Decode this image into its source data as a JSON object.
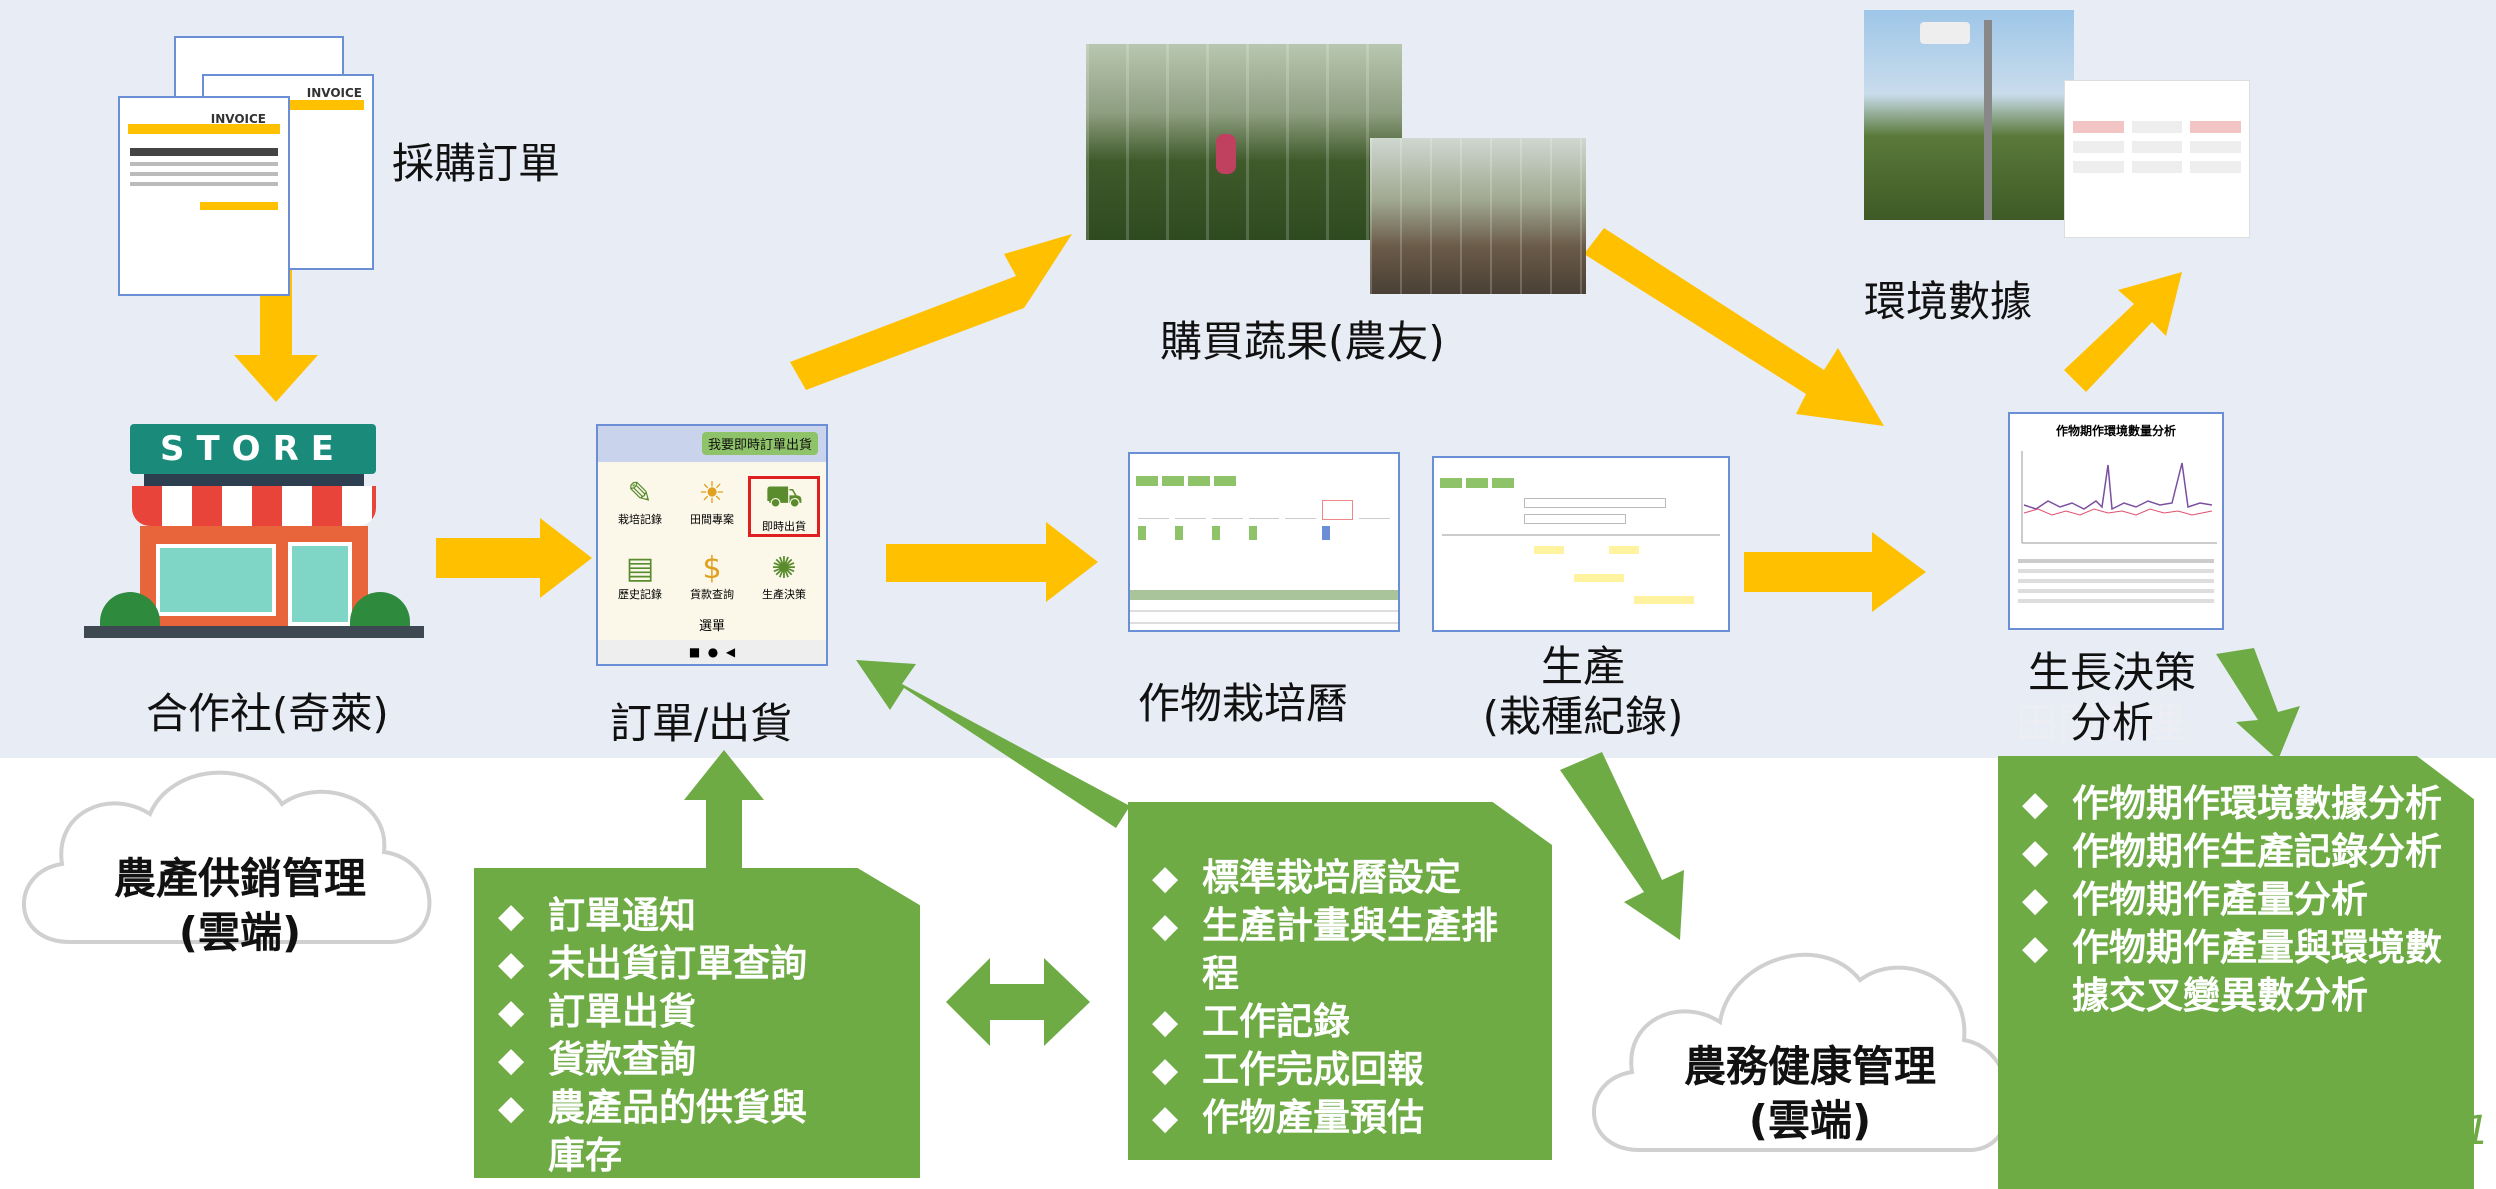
{
  "labels": {
    "purchase_order": "採購訂單",
    "coop": "合作社(奇萊)",
    "order_ship": "訂單/出貨",
    "buy_produce": "購買蔬果(農友)",
    "crop_calendar": "作物栽培曆",
    "production_line1": "生產",
    "production_line2": "(栽種紀錄)",
    "env_data": "環境數據",
    "growth_decision_line1": "生長決策",
    "growth_decision_line2": "分析",
    "faint_overlay": "田間管理"
  },
  "store_sign": "STORE",
  "invoice_word": "INVOICE",
  "app_screen": {
    "header_button": "我要即時訂單出貨",
    "icons": [
      "栽培記錄",
      "田間專案",
      "即時出貨",
      "歷史記錄",
      "貨款查詢",
      "生產決策"
    ],
    "menu": "選單"
  },
  "chart_title": "作物期作環境數量分析",
  "clouds": {
    "supply_line1": "農產供銷管理",
    "supply_line2": "(雲端)",
    "health_line1": "農務健康管理",
    "health_line2": "(雲端)"
  },
  "boxes": {
    "orders": [
      "訂單通知",
      "未出貨訂單查詢",
      "訂單出貨",
      "貨款查詢",
      "農產品的供貨與庫存"
    ],
    "planning": [
      "標準栽培曆設定",
      "生產計畫與生產排程",
      "工作記錄",
      "工作完成回報",
      "作物產量預估"
    ],
    "analysis": [
      "作物期作環境數據分析",
      "作物期作生產記錄分析",
      "作物期作產量分析",
      "作物期作產量與環境數據交叉變異數分析"
    ]
  },
  "page_number": "1",
  "colors": {
    "arrow_yellow": "#ffc000",
    "arrow_green": "#6eab45",
    "band": "#e8ecf5",
    "store_sign": "#1a8a7a"
  }
}
